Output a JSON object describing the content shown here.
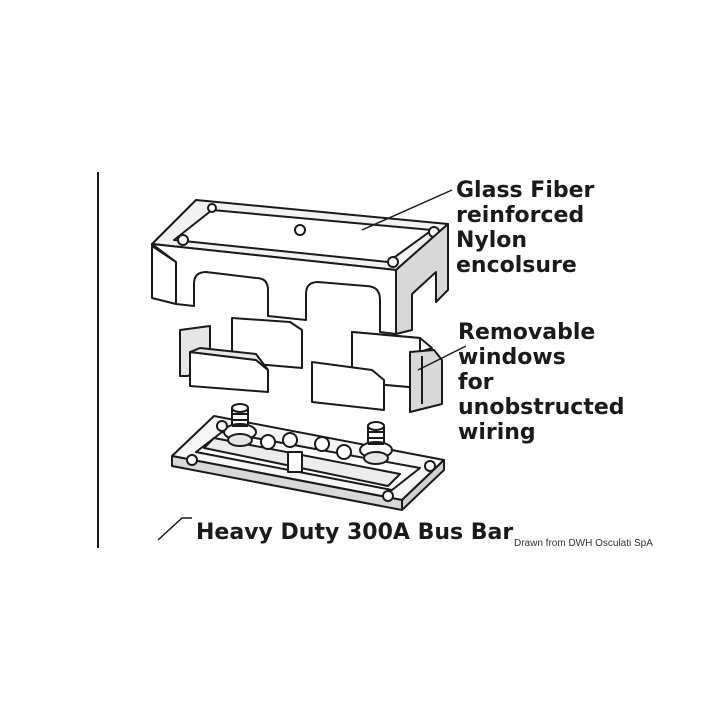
{
  "callouts": {
    "enclosure": [
      "Glass Fiber",
      "reinforced",
      "Nylon",
      "encolsure"
    ],
    "windows": [
      "Removable",
      "windows",
      "for",
      "unobstructed",
      "wiring"
    ],
    "bus_bar": "Heavy Duty 300A Bus Bar"
  },
  "credit": "Drawn from DWH Osculati SpA",
  "colors": {
    "line": "#1a1a1a",
    "fill": "#ffffff",
    "shade": "#cfcfcf"
  }
}
